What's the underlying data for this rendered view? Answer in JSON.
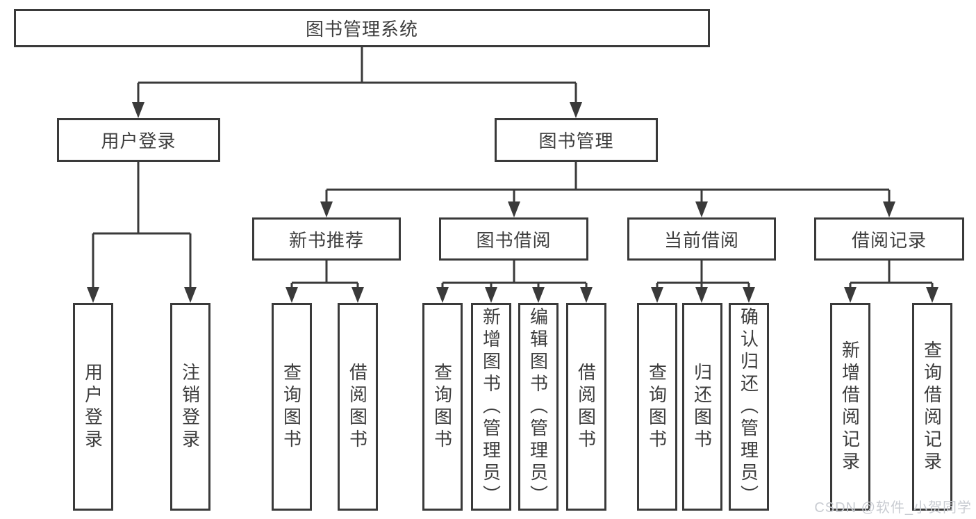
{
  "diagram_type": "hierarchy-tree",
  "colors": {
    "line": "#3a3a3a",
    "box_border": "#3a3a3a",
    "text": "#3d3d3d",
    "background": "#ffffff",
    "watermark": "#c9ccd2"
  },
  "tree": {
    "label": "图书管理系统",
    "children": [
      {
        "label": "用户登录",
        "children": [
          {
            "label": "用户登录"
          },
          {
            "label": "注销登录"
          }
        ]
      },
      {
        "label": "图书管理",
        "children": [
          {
            "label": "新书推荐",
            "children": [
              {
                "label": "查询图书"
              },
              {
                "label": "借阅图书"
              }
            ]
          },
          {
            "label": "图书借阅",
            "children": [
              {
                "label": "查询图书"
              },
              {
                "label": "新增图书（管理员）"
              },
              {
                "label": "编辑图书（管理员）"
              },
              {
                "label": "借阅图书"
              }
            ]
          },
          {
            "label": "当前借阅",
            "children": [
              {
                "label": "查询图书"
              },
              {
                "label": "归还图书"
              },
              {
                "label": "确认归还（管理员）"
              }
            ]
          },
          {
            "label": "借阅记录",
            "children": [
              {
                "label": "新增借阅记录"
              },
              {
                "label": "查询借阅记录"
              }
            ]
          }
        ]
      }
    ]
  },
  "watermark": "CSDN @软件_小贺同学"
}
